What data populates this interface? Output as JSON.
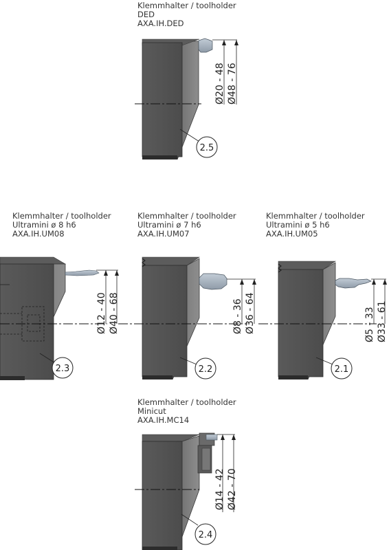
{
  "holders": [
    {
      "id": "ded",
      "line1": "Klemmhalter / toolholder",
      "line2": "DED",
      "line3": "AXA.IH.DED",
      "dim_inner": "Ø20 - 48",
      "dim_outer": "Ø48 - 76",
      "callout": "2.5"
    },
    {
      "id": "um08",
      "line1": "Klemmhalter / toolholder",
      "line2": "Ultramini ø 8 h6",
      "line3": "AXA.IH.UM08",
      "dim_inner": "Ø12 - 40",
      "dim_outer": "Ø40 - 68",
      "callout": "2.3"
    },
    {
      "id": "um07",
      "line1": "Klemmhalter / toolholder",
      "line2": "Ultramini ø 7 h6",
      "line3": "AXA.IH.UM07",
      "dim_inner": "Ø8 - 36",
      "dim_outer": "Ø36 - 64",
      "callout": "2.2"
    },
    {
      "id": "um05",
      "line1": "Klemmhalter / toolholder",
      "line2": "Ultramini ø 5 h6",
      "line3": "AXA.IH.UM05",
      "dim_inner": "Ø5 - 33",
      "dim_outer": "Ø33 - 61",
      "callout": "2.1"
    },
    {
      "id": "mc14",
      "line1": "Klemmhalter / toolholder",
      "line2": "Minicut",
      "line3": "AXA.IH.MC14",
      "dim_inner": "Ø14 - 42",
      "dim_outer": "Ø42 - 70",
      "callout": "2.4"
    }
  ],
  "colors": {
    "body_dark": "#4a4a4a",
    "body_mid": "#7a7a7a",
    "body_light": "#9a9a9a",
    "insert": "#a8b4c0",
    "base_strip": "#2c2c2c"
  }
}
